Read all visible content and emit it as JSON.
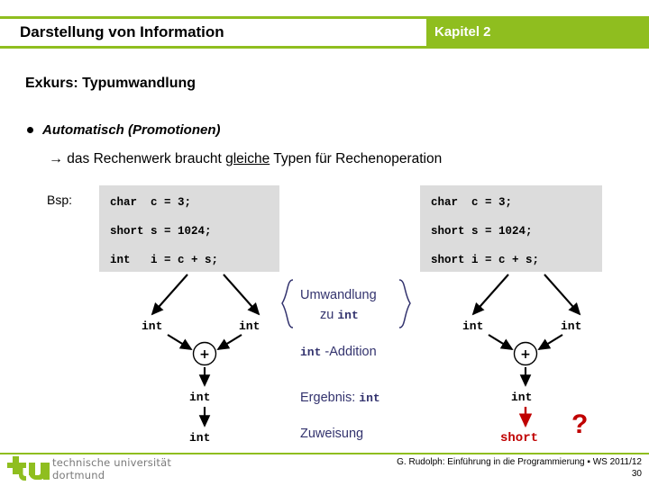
{
  "header": {
    "title": "Darstellung von Information",
    "chapter": "Kapitel 2",
    "band_color": "#8FBE1F"
  },
  "subtitle": "Exkurs: Typumwandlung",
  "bullet": {
    "marker": "bullet-dot",
    "text": "Automatisch (Promotionen)",
    "arrow_glyph": "→",
    "arrow_before": " das Rechenwerk braucht ",
    "arrow_emphasis": "gleiche",
    "arrow_after": " Typen für Rechenoperation"
  },
  "example": {
    "label": "Bsp:",
    "left_code": [
      "char  c = 3;",
      "short s = 1024;",
      "int   i = c + s;"
    ],
    "right_code": [
      "char  c = 3;",
      "short s = 1024;",
      "short i = c + s;"
    ],
    "code_bg": "#DCDCDC"
  },
  "diagram_left": {
    "operand_a": "int",
    "operand_b": "int",
    "operator": "+",
    "result": "int",
    "assigned": "int"
  },
  "diagram_right": {
    "operand_a": "int",
    "operand_b": "int",
    "operator": "+",
    "result": "int",
    "assigned": "short",
    "question_mark": "?",
    "highlight_color": "#C00000"
  },
  "annotations": {
    "color": "#33336E",
    "umwandlung": "Umwandlung",
    "zu": "zu ",
    "zu_type": "int",
    "addition_type": "int",
    "addition_suffix": " -Addition",
    "ergebnis_prefix": "Ergebnis: ",
    "ergebnis_type": "int",
    "zuweisung": "Zuweisung"
  },
  "footer": {
    "logo_line1": "technische universität",
    "logo_line2": "dortmund",
    "logo_mark": "tu",
    "credit": "G. Rudolph: Einführung in die Programmierung ▪ WS 2011/12",
    "page": "30",
    "rule_color": "#8FBE1F"
  }
}
